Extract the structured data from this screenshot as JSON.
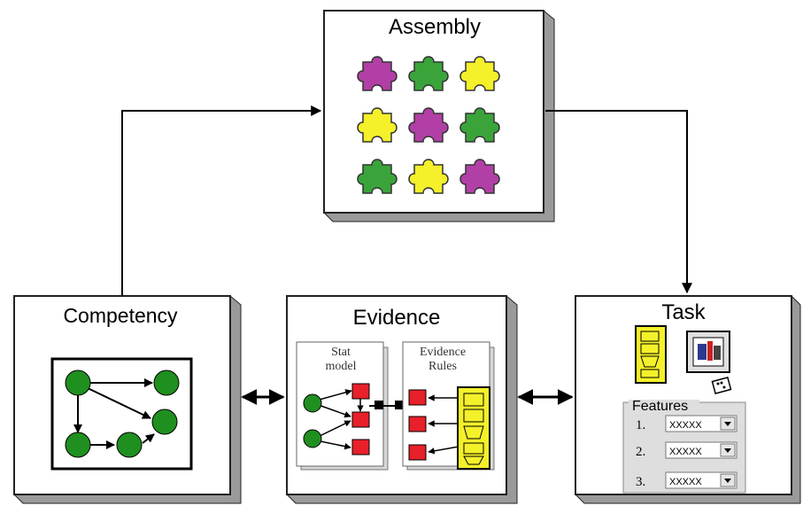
{
  "nodes": {
    "assembly": {
      "title": "Assembly"
    },
    "competency": {
      "title": "Competency"
    },
    "evidence": {
      "title": "Evidence",
      "stat_model_line1": "Stat",
      "stat_model_line2": "model",
      "rules_line1": "Evidence",
      "rules_line2": "Rules"
    },
    "task": {
      "title": "Task",
      "features": {
        "legend": "Features",
        "items": [
          {
            "num": "1.",
            "value": "XXXXX"
          },
          {
            "num": "2.",
            "value": "XXXXX"
          },
          {
            "num": "3.",
            "value": "XXXXX"
          }
        ]
      }
    }
  },
  "colors": {
    "magenta": "#b23fa6",
    "green": "#3aa43a",
    "yellow": "#f4f02a",
    "red": "#e8202a",
    "node_green": "#1f8f1f",
    "box_border": "#222222",
    "box_shadow": "#8f8f8f"
  },
  "icons": [
    "puzzle-piece-icon",
    "graph-node-icon",
    "monitor-icon",
    "dice-icon",
    "dropdown-arrow-icon"
  ]
}
